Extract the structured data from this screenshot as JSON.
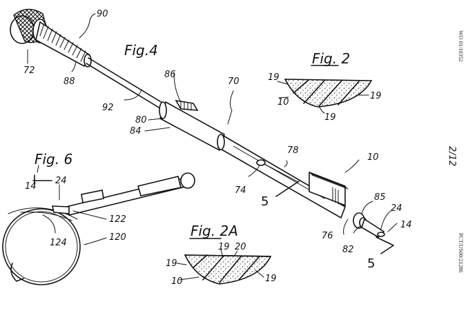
{
  "sheet": {
    "publication_number": "WO 01/10352",
    "page_indicator": "2/12",
    "application_number": "PCT/US00/21286"
  },
  "figures": {
    "fig4": {
      "title": "Fig.4",
      "labels": [
        "72",
        "88",
        "90",
        "92",
        "86",
        "70",
        "80",
        "84",
        "78",
        "74",
        "10",
        "5",
        "76",
        "85",
        "82",
        "24",
        "14",
        "5"
      ]
    },
    "fig2": {
      "title": "Fig. 2",
      "labels": [
        "19",
        "10",
        "19",
        "19"
      ]
    },
    "fig6": {
      "title": "Fig. 6",
      "labels": [
        "14",
        "24",
        "122",
        "124",
        "120"
      ]
    },
    "fig2a": {
      "title": "Fig. 2A",
      "labels": [
        "19",
        "20",
        "19",
        "10",
        "19"
      ]
    }
  }
}
